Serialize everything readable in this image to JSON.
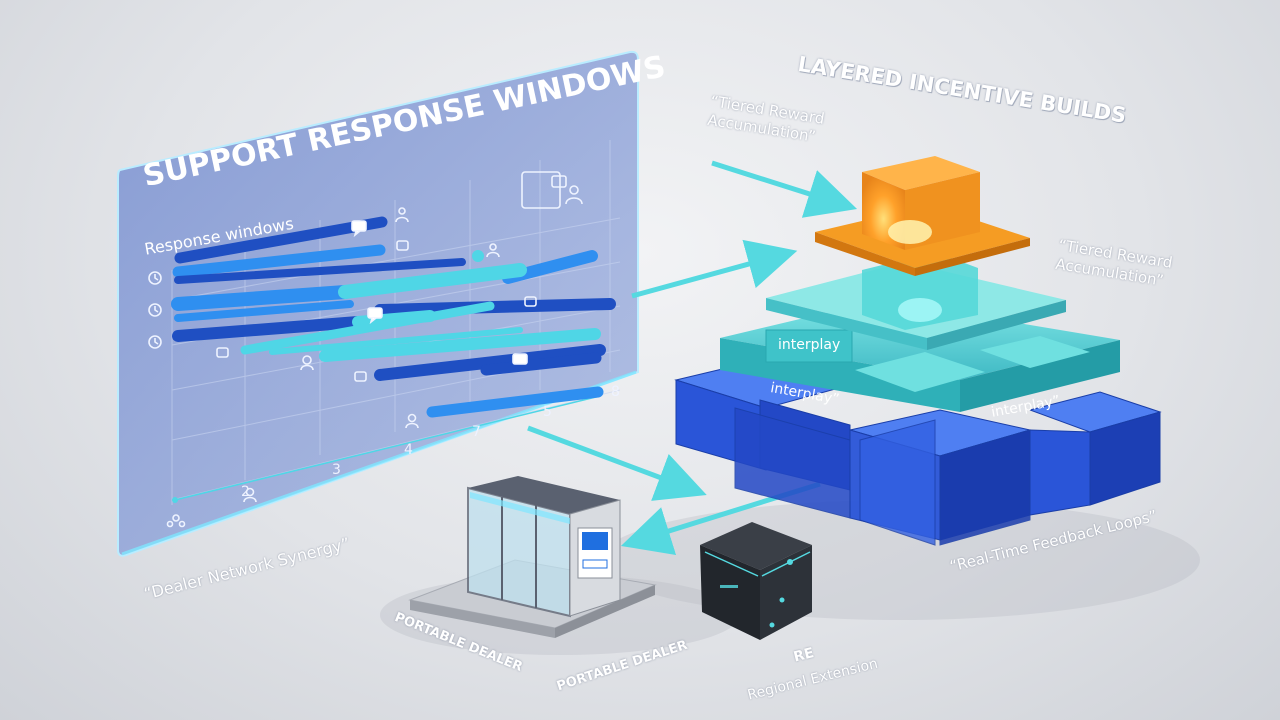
{
  "panel": {
    "title": "SUPPORT RESPONSE WINDOWS",
    "subtitle": "Response windows",
    "axis_ticks": [
      "2",
      "3",
      "4",
      "7",
      "5",
      "8"
    ],
    "colors": {
      "dark_bar": "#1f4fc2",
      "mid_bar": "#2f8ff0",
      "light_bar": "#4fd6e6",
      "panel": "#6e86c8"
    }
  },
  "incentive": {
    "title": "LAYERED INCENTIVE BUILDS",
    "label_top": "“Tiered Reward Accumulation”",
    "label_right": "“Tiered Reward Accumulation”",
    "layer_labels": [
      "interplay",
      "interplay”",
      "interplay”"
    ],
    "feedback_label": "“Real-Time Feedback Loops”",
    "colors": {
      "top_cube": "#f39a1e",
      "teal": "#4fd0d0",
      "blue": "#2a55d8"
    }
  },
  "dealer": {
    "network_label": "“Dealer Network Synergy”",
    "booth_label": "PORTABLE DEALER",
    "floor_label": "PORTABLE DEALER",
    "device_label": "RE",
    "device_sub": "Regional Extension"
  },
  "accent_arrow": "#55d9e0"
}
